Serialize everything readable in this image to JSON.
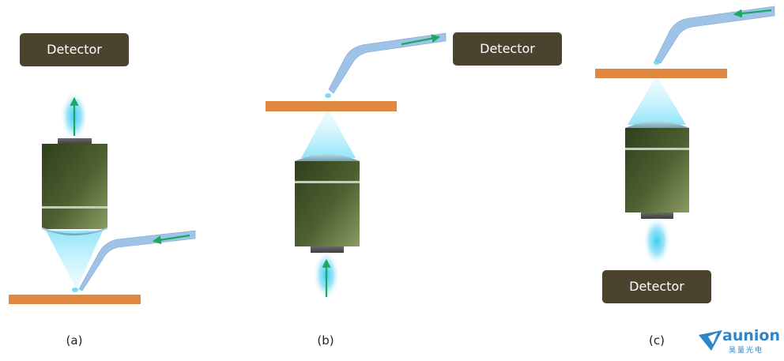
{
  "panels": [
    {
      "caption": "(a)",
      "detector": "Detector"
    },
    {
      "caption": "(b)",
      "detector": "Detector"
    },
    {
      "caption": "(c)",
      "detector": "Detector"
    }
  ],
  "logo": {
    "word": "aunion",
    "sub": "昊量光电"
  },
  "colors": {
    "detector_box": "#4b432d",
    "sample_bar": "#e08840",
    "fiber": "#9ec3e6",
    "arrow": "#1aa864",
    "glow": "#62d6f5",
    "objective_dark": "#2e3d1c",
    "objective_light": "#7d8e58",
    "logo": "#2e86c8"
  }
}
